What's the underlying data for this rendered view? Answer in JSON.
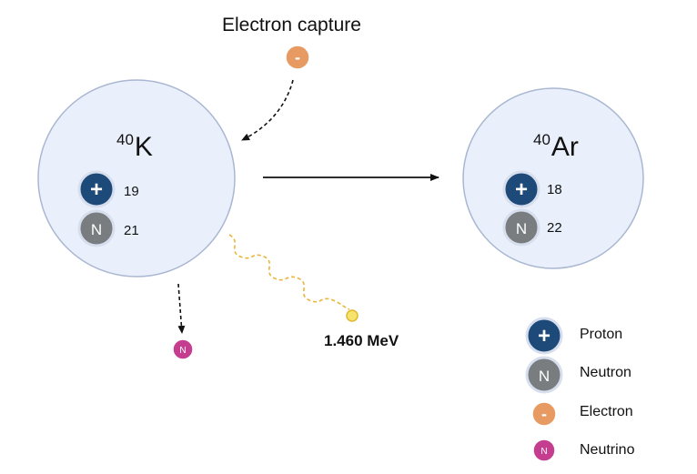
{
  "title": "Electron capture",
  "parent": {
    "mass_number": "40",
    "symbol": "K",
    "protons": "19",
    "neutrons": "21"
  },
  "daughter": {
    "mass_number": "40",
    "symbol": "Ar",
    "protons": "18",
    "neutrons": "22"
  },
  "energy": "1.460 MeV",
  "particle_symbols": {
    "proton": "+",
    "neutron": "N",
    "electron": "-",
    "neutrino": "N"
  },
  "legend": {
    "proton": "Proton",
    "neutron": "Neutron",
    "electron": "Electron",
    "neutrino": "Neutrino"
  },
  "colors": {
    "nucleus_fill": "#eaf0fb",
    "nucleus_stroke": "#a9b7d1",
    "proton": "#1e4a7a",
    "neutron": "#7a7d80",
    "electron": "#e79a62",
    "neutrino": "#c43d8e",
    "gamma": "#e8b63a"
  }
}
